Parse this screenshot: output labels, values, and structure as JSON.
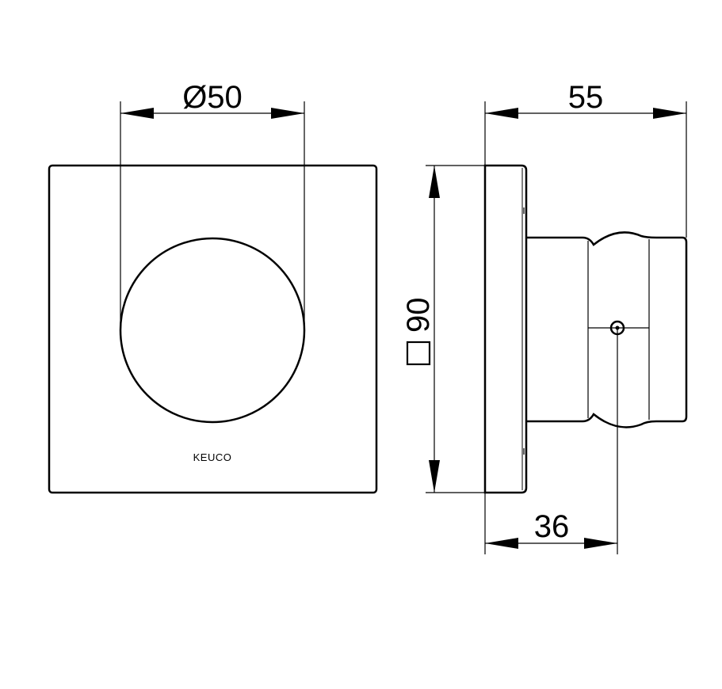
{
  "dimensions": {
    "knob_diameter": "Ø50",
    "plate_size_symbol": "□",
    "plate_size_value": "90",
    "total_depth": "55",
    "knob_offset": "36"
  },
  "front_view": {
    "logo_text": "KEUCO"
  },
  "colors": {
    "line": "#000000",
    "background": "#ffffff"
  }
}
